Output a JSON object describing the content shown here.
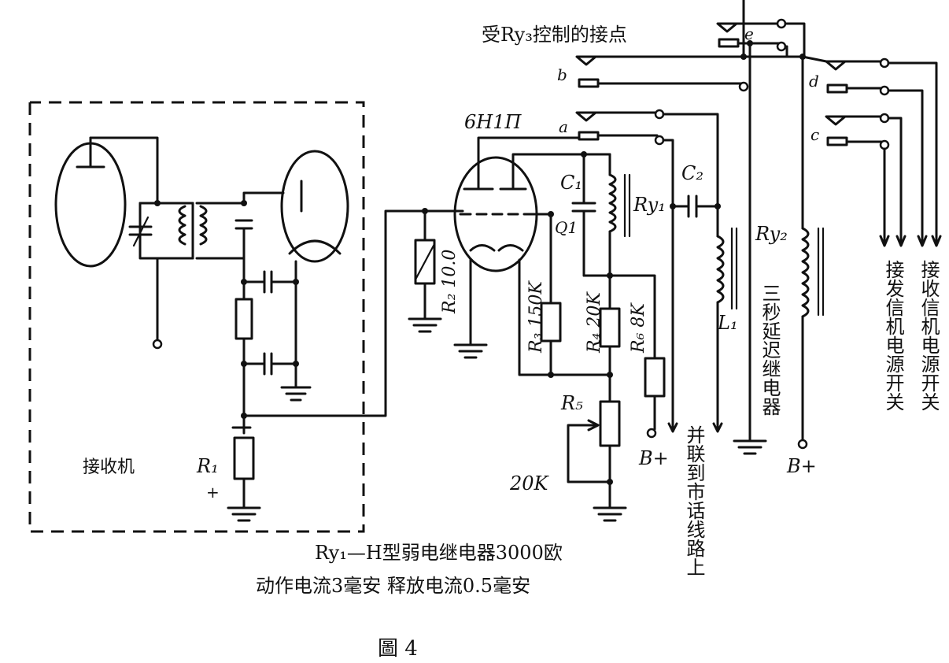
{
  "diagram": {
    "tube_label": "6H1П",
    "receiver_label": "接收机",
    "r1_label": "R₁",
    "plus_mark": "+",
    "r2_label": "R₂ 10.0",
    "r3_label": "R₃ 150K",
    "r4_label": "R₄ 20K",
    "r5_label": "R₅",
    "r5_value": "20K",
    "r6_label": "R₆ 8K",
    "c1_label": "C₁",
    "c2_label": "C₂",
    "l1_label": "L₁",
    "ry1_label": "Ry₁",
    "ry2_label": "Ry₂",
    "q1_label": "Q1",
    "bplus_1": "B+",
    "bplus_2": "B+",
    "contacts_title": "受Ry₃控制的接点",
    "contact_a": "a",
    "contact_b": "b",
    "contact_c": "c",
    "contact_d": "d",
    "contact_e": "e",
    "phone_line": "并联到市话线路上",
    "delay_relay": "三秒延迟继电器",
    "tx_power": "接发信机电源开关",
    "rx_power": "接收信机电源开关",
    "note_line1": "Ry₁—H型弱电继电器3000欧",
    "note_line2": "动作电流3毫安 释放电流0.5毫安",
    "figure_caption": "圖 4"
  }
}
